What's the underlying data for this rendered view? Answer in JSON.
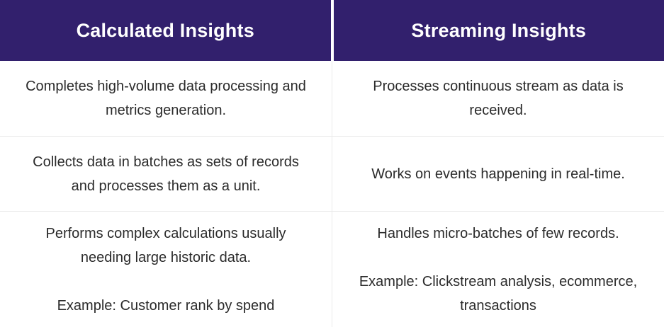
{
  "table": {
    "columns": [
      {
        "header": "Calculated Insights",
        "rows": [
          {
            "paragraphs": [
              "Completes high-volume data processing and metrics generation."
            ]
          },
          {
            "paragraphs": [
              "Collects data in batches as sets of records and processes them as a unit."
            ]
          },
          {
            "paragraphs": [
              "Performs complex calculations usually needing large historic data.",
              "Example: Customer rank by spend"
            ]
          }
        ]
      },
      {
        "header": "Streaming Insights",
        "rows": [
          {
            "paragraphs": [
              "Processes continuous stream as data is received."
            ]
          },
          {
            "paragraphs": [
              "Works on events happening in real-time."
            ]
          },
          {
            "paragraphs": [
              "Handles micro-batches of few records.",
              "Example: Clickstream analysis, ecommerce, transactions"
            ]
          }
        ]
      }
    ]
  },
  "colors": {
    "header_background": "#32206d",
    "header_text": "#ffffff",
    "body_text": "#2b2b2b",
    "divider": "#e9e9e9",
    "background": "#ffffff"
  }
}
